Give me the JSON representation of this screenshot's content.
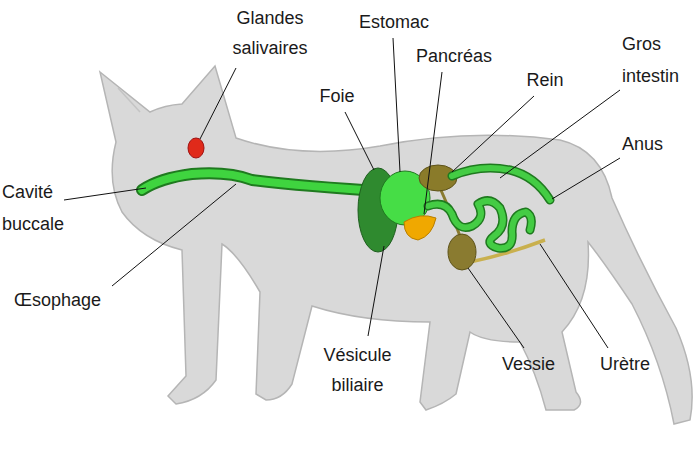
{
  "diagram": {
    "labels": [
      "Glandes salivaires",
      "Estomac",
      "Pancréas",
      "Gros intestin",
      "Rein",
      "Foie",
      "Anus",
      "Cavité buccale",
      "Œsophage",
      "Vésicule biliaire",
      "Vessie",
      "Urètre"
    ]
  }
}
